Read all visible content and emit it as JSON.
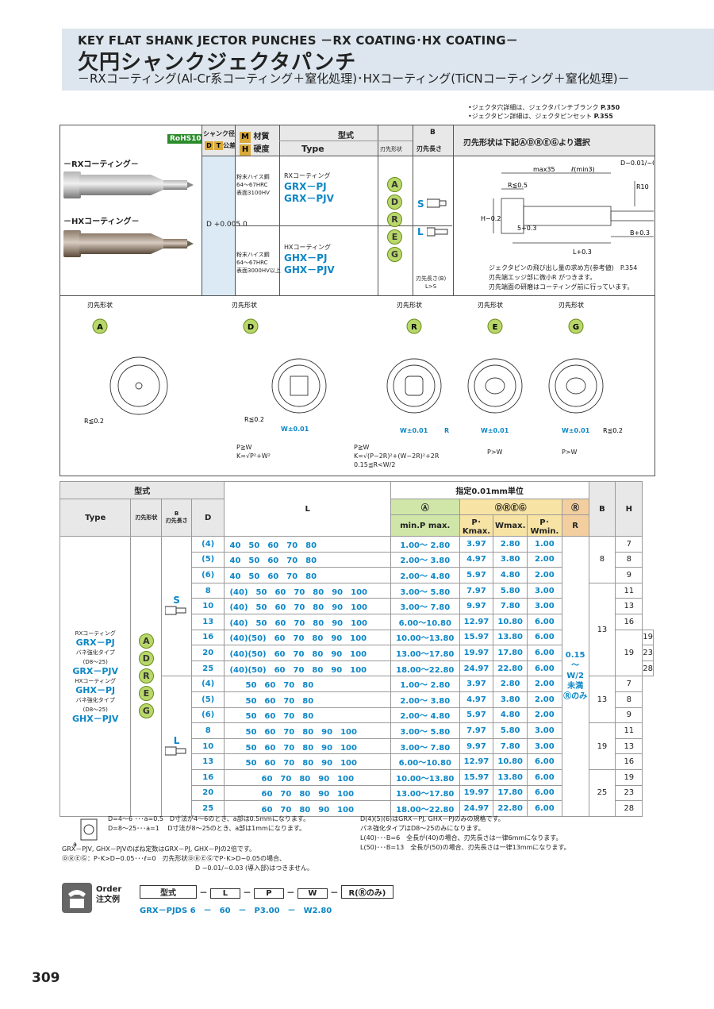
{
  "header": {
    "en_title": "KEY FLAT SHANK JECTOR PUNCHES －RX COATING･HX COATING－",
    "jp_title": "欠円シャンクジェクタパンチ",
    "jp_subtitle": "－RXコーティング(Al-Cr系コーティング＋窒化処理)･HXコーティング(TiCNコーティング＋窒化処理)－"
  },
  "top_notes": [
    {
      "text": "•ジェクタ穴詳細は、ジェクタパンチブランク",
      "ref": "P.350"
    },
    {
      "text": "•ジェクタピン詳細は、ジェクタピンセット",
      "ref": "P.355"
    }
  ],
  "spec": {
    "rohs": "RoHS10",
    "shank_dia": "シャンク径",
    "tol": "公差",
    "mat": "材質",
    "hard": "硬度",
    "katashiki": "型式",
    "type": "Type",
    "hasaki": "刃先形状",
    "B": "B",
    "hasaki_len": "刃先長さ",
    "select_note": "刃先形状は下記ⒶⒹⓇⒺⒼより選択",
    "rx_label": "－RXコーティング－",
    "hx_label": "－HXコーティング－",
    "d_tol": "D +0.005 0",
    "rx_mat": "粉末ハイス鋼\n64～67HRC\n表面3100HV",
    "hx_mat": "粉末ハイス鋼\n64～67HRC\n表面3000HV以上",
    "rx_coat": "RXコーティング",
    "rx_types": [
      "GRX－PJ",
      "GRX－PJV"
    ],
    "hx_coat": "HXコーティング",
    "hx_types": [
      "GHX－PJ",
      "GHX－PJV"
    ],
    "shapes": [
      "A",
      "D",
      "R",
      "E",
      "G"
    ],
    "S": "S",
    "L": "L",
    "len_note": "刃先長さ(B)\nL>S",
    "notes": [
      "ジェクタピンの飛び出し量の求め方(参考値)　P.354",
      "刃先端エッジ部に微小R がつきます。",
      "刃先端面の研磨はコーティング前に行っています。"
    ]
  },
  "shapes_row": {
    "label": "刃先形状",
    "items": [
      "A",
      "D",
      "R",
      "E",
      "G"
    ],
    "D_notes": [
      "P≧W",
      "K=√P²+W²"
    ],
    "R_notes": [
      "P≧W",
      "K=√(P−2R)²+(W−2R)²+2R",
      "0.15≦R<W/2"
    ],
    "E_note": "P>W",
    "G_note": "P>W"
  },
  "table": {
    "h_katashiki": "型式",
    "h_type": "Type",
    "h_hasaki": "刃先形状",
    "h_B": "B\n刃先長さ",
    "h_D": "D",
    "h_L": "L",
    "h_unit": "指定0.01mm単位",
    "h_A": "Ⓐ",
    "h_DREG": "ⒹⓇⒺⒼ",
    "h_R": "Ⓡ",
    "h_minP": "min.P max.",
    "h_PK": "P･Kmax.",
    "h_W": "Wmax.",
    "h_PW": "P･Wmin.",
    "h_Rcol": "R",
    "h_Bcol": "B",
    "h_H": "H",
    "type_block": [
      "RXコーティング",
      "GRX－PJ",
      "バネ強化タイプ",
      "(D8～25)",
      "GRX－PJV",
      "HXコーティング",
      "GHX－PJ",
      "バネ強化タイプ",
      "(D8～25)",
      "GHX－PJV"
    ],
    "R_range": "0.15\n～\nW/2\n未満\nⓇのみ",
    "rows": [
      {
        "d": "(4)",
        "L": "40　50　60　70　80",
        "minmax": "1.00～ 2.80",
        "pk": "3.97",
        "w": "2.80",
        "pw": "1.00",
        "h": "7"
      },
      {
        "d": "(5)",
        "L": "40　50　60　70　80",
        "minmax": "2.00～ 3.80",
        "pk": "4.97",
        "w": "3.80",
        "pw": "2.00",
        "h": "8"
      },
      {
        "d": "(6)",
        "L": "40　50　60　70　80",
        "minmax": "2.00～ 4.80",
        "pk": "5.97",
        "w": "4.80",
        "pw": "2.00",
        "h": "9"
      },
      {
        "d": "8",
        "L": "(40)　50　60　70　80　90　100",
        "minmax": "3.00～ 5.80",
        "pk": "7.97",
        "w": "5.80",
        "pw": "3.00",
        "h": "11"
      },
      {
        "d": "10",
        "L": "(40)　50　60　70　80　90　100",
        "minmax": "3.00～ 7.80",
        "pk": "9.97",
        "w": "7.80",
        "pw": "3.00",
        "h": "13"
      },
      {
        "d": "13",
        "L": "(40)　50　60　70　80　90　100",
        "minmax": "6.00～10.80",
        "pk": "12.97",
        "w": "10.80",
        "pw": "6.00",
        "h": "16"
      },
      {
        "d": "16",
        "L": "(40)(50)　60　70　80　90　100",
        "minmax": "10.00～13.80",
        "pk": "15.97",
        "w": "13.80",
        "pw": "6.00",
        "h": "19"
      },
      {
        "d": "20",
        "L": "(40)(50)　60　70　80　90　100",
        "minmax": "13.00～17.80",
        "pk": "19.97",
        "w": "17.80",
        "pw": "6.00",
        "h": "23"
      },
      {
        "d": "25",
        "L": "(40)(50)　60　70　80　90　100",
        "minmax": "18.00～22.80",
        "pk": "24.97",
        "w": "22.80",
        "pw": "6.00",
        "h": "28"
      },
      {
        "d": "(4)",
        "L": "　　50　60　70　80",
        "minmax": "1.00～ 2.80",
        "pk": "3.97",
        "w": "2.80",
        "pw": "2.00",
        "h": "7"
      },
      {
        "d": "(5)",
        "L": "　　50　60　70　80",
        "minmax": "2.00～ 3.80",
        "pk": "4.97",
        "w": "3.80",
        "pw": "2.00",
        "h": "8"
      },
      {
        "d": "(6)",
        "L": "　　50　60　70　80",
        "minmax": "2.00～ 4.80",
        "pk": "5.97",
        "w": "4.80",
        "pw": "2.00",
        "h": "9"
      },
      {
        "d": "8",
        "L": "　　50　60　70　80　90　100",
        "minmax": "3.00～ 5.80",
        "pk": "7.97",
        "w": "5.80",
        "pw": "3.00",
        "h": "11"
      },
      {
        "d": "10",
        "L": "　　50　60　70　80　90　100",
        "minmax": "3.00～ 7.80",
        "pk": "9.97",
        "w": "7.80",
        "pw": "3.00",
        "h": "13"
      },
      {
        "d": "13",
        "L": "　　50　60　70　80　90　100",
        "minmax": "6.00～10.80",
        "pk": "12.97",
        "w": "10.80",
        "pw": "6.00",
        "h": "16"
      },
      {
        "d": "16",
        "L": "　　　　60　70　80　90　100",
        "minmax": "10.00～13.80",
        "pk": "15.97",
        "w": "13.80",
        "pw": "6.00",
        "h": "19"
      },
      {
        "d": "20",
        "L": "　　　　60　70　80　90　100",
        "minmax": "13.00～17.80",
        "pk": "19.97",
        "w": "17.80",
        "pw": "6.00",
        "h": "23"
      },
      {
        "d": "25",
        "L": "　　　　60　70　80　90　100",
        "minmax": "18.00～22.80",
        "pk": "24.97",
        "w": "22.80",
        "pw": "6.00",
        "h": "28"
      }
    ],
    "B_values": [
      "8",
      "13",
      "19",
      "13",
      "19",
      "25"
    ]
  },
  "footnotes": {
    "left": [
      "D=4～6 ･･･a=0.5　D寸法が4～6のとき、a部は0.5mmになります。",
      "D=8～25･･･a=1　 D寸法が8～25のとき、a部は1mmになります。",
      "GRX－PJV, GHX－PJVのばね定数はGRX－PJ, GHX－PJの2倍です。",
      "ⒹⓇⒺⒼ：P･K>D−0.05･･･ℓ=0　刃先形状ⒹⓇⒺⒼでP･K>D−0.05の場合、",
      "D −0.01/−0.03 (導入部)はつきません。"
    ],
    "right": [
      "D(4)(5)(6)はGRX－PJ, GHX－PJのみの規格です。",
      "パネ強化タイプはD8～25のみになります。",
      "L(40)･･･B=6　全長が(40)の場合、刃先長さは一律6mmになります。",
      "L(50)･･･B=13　全長が(50)の場合、刃先長さは一律13mmになります。"
    ]
  },
  "order": {
    "label": "Order",
    "label_jp": "注文例",
    "fields": [
      "型式",
      "L",
      "P",
      "W",
      "R(Ⓡのみ)"
    ],
    "example": [
      "GRX－PJDS 6",
      "60",
      "P3.00",
      "W2.80"
    ]
  },
  "page_number": "309"
}
